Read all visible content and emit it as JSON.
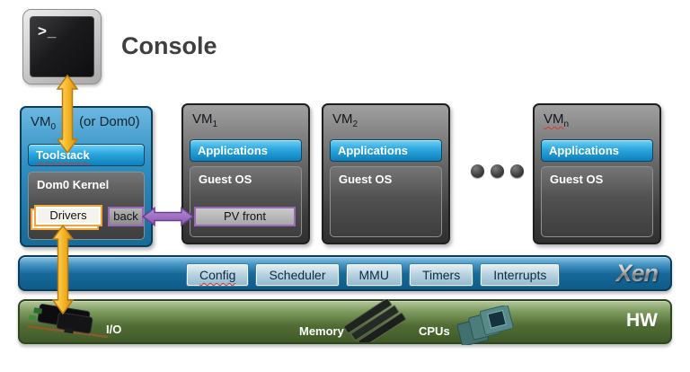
{
  "console": {
    "label": "Console",
    "prompt": ">_"
  },
  "vm0": {
    "name": "VM",
    "sub": "0",
    "suffix": "(or Dom0)",
    "toolstack": "Toolstack",
    "kernel": "Dom0 Kernel",
    "drivers": "Drivers",
    "back": "back"
  },
  "vm1": {
    "name": "VM",
    "sub": "1",
    "applications": "Applications",
    "guest_os": "Guest OS",
    "pv_front": "PV front"
  },
  "vm2": {
    "name": "VM",
    "sub": "2",
    "applications": "Applications",
    "guest_os": "Guest OS"
  },
  "vmn": {
    "name": "VM",
    "sub": "n",
    "applications": "Applications",
    "guest_os": "Guest OS"
  },
  "hypervisor": {
    "modules": [
      "Config",
      "Scheduler",
      "MMU",
      "Timers",
      "Interrupts"
    ],
    "logo": "Xen"
  },
  "hardware": {
    "io_label": "I/O",
    "memory_label": "Memory",
    "cpus_label": "CPUs",
    "hw_label": "HW"
  },
  "colors": {
    "dom0_blue": "#2f90c1",
    "app_button_blue": "#2ba6de",
    "vm_gray": "#5a5a5a",
    "hypervisor_blue": "#17699a",
    "hardware_green": "#506c34",
    "arrow_yellow": "#f6b82a",
    "arrow_purple": "#9668c0",
    "highlight_orange": "#f0a43c",
    "pv_purple_border": "#9a6ab8"
  }
}
